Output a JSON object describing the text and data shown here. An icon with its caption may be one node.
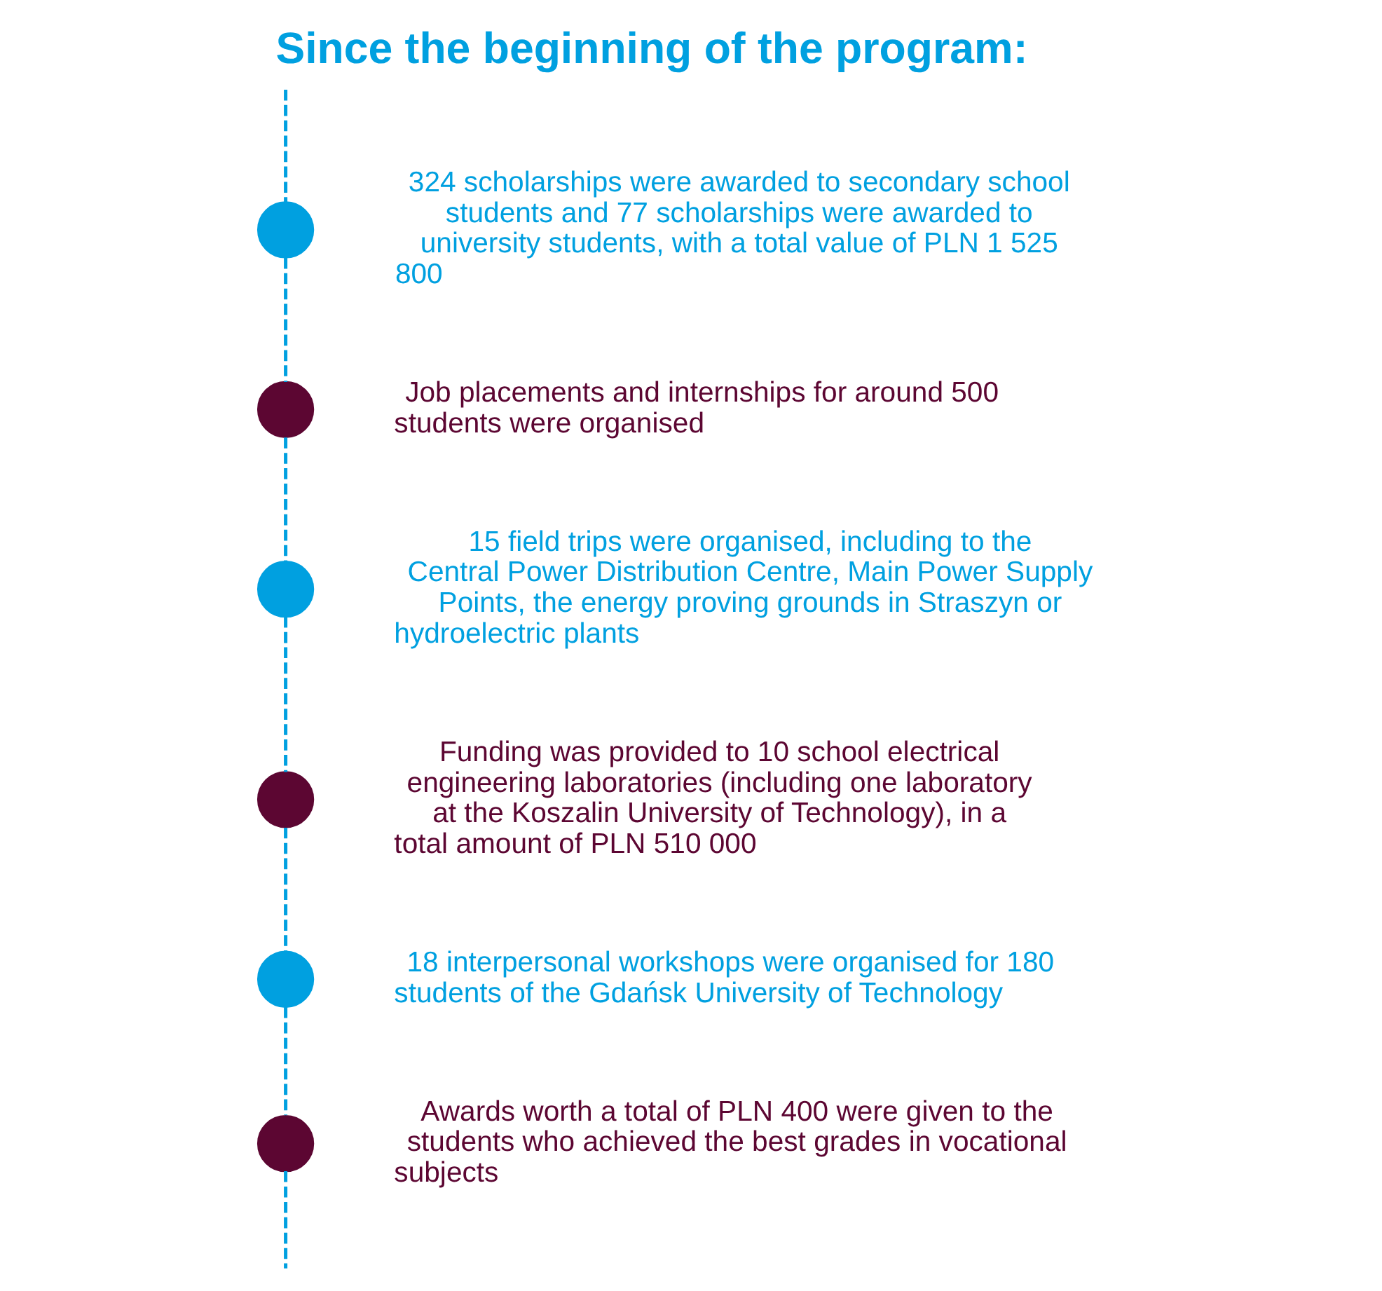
{
  "diagram": {
    "title": "Since the beginning of the program:",
    "nodes": [
      {
        "text": [],
        "shape": "circle",
        "beside": [
          "324 scholarships were awarded to secondary school students and 77 scholarships were awarded to university students, with a total value of PLN 1 525 800"
        ]
      },
      {
        "text": [],
        "shape": "circle",
        "beside": [
          "Job placements and internships for around 500 students were organised"
        ]
      },
      {
        "text": [],
        "shape": "circle",
        "beside": [
          "15 field trips were organised, including to the Central Power Distribution Centre, Main Power Supply Points, the energy proving grounds in Straszyn or hydroelectric plants"
        ]
      },
      {
        "text": [],
        "shape": "circle",
        "beside": [
          "Funding was provided to 10 school electrical engineering laboratories (including one laboratory at the Koszalin University of Technology), in a total amount of PLN 510 000"
        ]
      },
      {
        "text": [],
        "shape": "circle",
        "beside": [
          "18 interpersonal workshops were organised for 180 students of the Gdańsk University of Technology"
        ]
      },
      {
        "text": [],
        "shape": "circle",
        "beside": [
          "Awards worth a total of PLN 400 were given to the students who achieved the best grades in vocational subjects"
        ]
      }
    ],
    "edges": [
      {
        "from": null,
        "to": 0,
        "arrow": "none",
        "style": "dashed"
      },
      {
        "from": 0,
        "to": 1,
        "arrow": "none",
        "style": "dashed"
      },
      {
        "from": 1,
        "to": 2,
        "arrow": "none",
        "style": "dashed"
      },
      {
        "from": 2,
        "to": 3,
        "arrow": "none",
        "style": "dashed"
      },
      {
        "from": 3,
        "to": 4,
        "arrow": "none",
        "style": "dashed"
      },
      {
        "from": 4,
        "to": 5,
        "arrow": "none",
        "style": "dashed"
      },
      {
        "from": 5,
        "to": null,
        "arrow": "none",
        "style": "dashed"
      }
    ]
  }
}
